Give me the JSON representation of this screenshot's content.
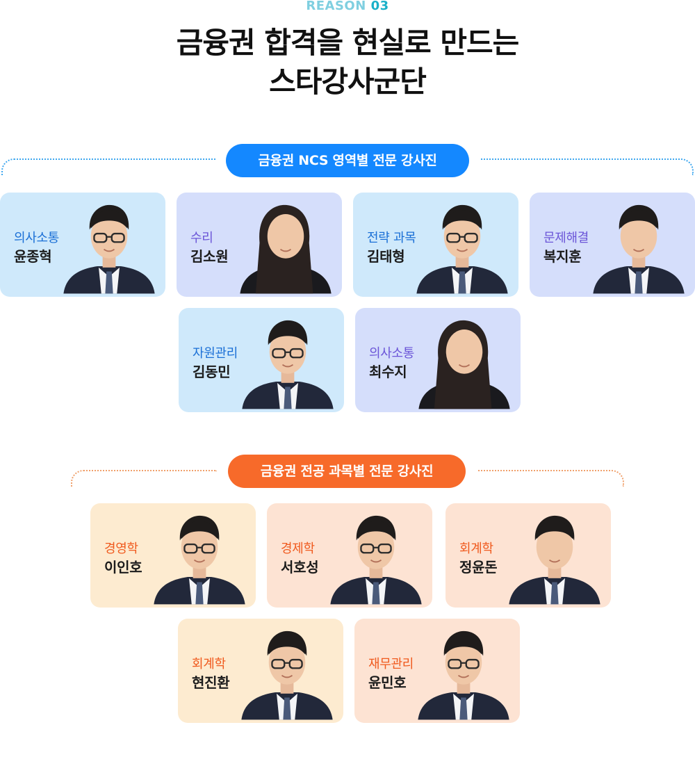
{
  "header": {
    "eyebrow_text": "REASON",
    "eyebrow_number": "03",
    "title_line1": "금융권 합격을 현실로 만드는",
    "title_line2": "스타강사군단"
  },
  "colors": {
    "eyebrow": "#7fcfe0",
    "eyebrow_number": "#1ab0c8",
    "ncs_pill": "#1488ff",
    "ncs_dots": "#3ea7ef",
    "ncs_card_light": "#cfe9fb",
    "ncs_card_lavender": "#d5defb",
    "ncs_subject_blue": "#1a6fd6",
    "ncs_subject_purple": "#6b55d8",
    "major_pill": "#f76a2a",
    "major_dots": "#f0a06b",
    "major_card_yellow": "#fdebd0",
    "major_card_peach": "#fde3d3",
    "major_subject": "#f05a1e"
  },
  "ncs_section": {
    "label": "금융권 NCS 영역별 전문 강사진",
    "instructors": [
      {
        "subject": "의사소통",
        "name": "윤종혁",
        "card_color": "light",
        "subject_color": "blue",
        "portrait": "male-glasses-hand-chin-portrait"
      },
      {
        "subject": "수리",
        "name": "김소원",
        "card_color": "lavender",
        "subject_color": "purple",
        "portrait": "female-long-hair-portrait"
      },
      {
        "subject": "전략 과목",
        "name": "김태형",
        "card_color": "light",
        "subject_color": "blue",
        "portrait": "male-glasses-bowtie-fist-portrait"
      },
      {
        "subject": "문제해결",
        "name": "복지훈",
        "card_color": "lavender",
        "subject_color": "purple",
        "portrait": "male-red-tie-smiling-portrait"
      },
      {
        "subject": "자원관리",
        "name": "김동민",
        "card_color": "light",
        "subject_color": "blue",
        "portrait": "male-glasses-suit-portrait"
      },
      {
        "subject": "의사소통",
        "name": "최수지",
        "card_color": "lavender",
        "subject_color": "purple",
        "portrait": "female-short-hair-portrait"
      }
    ]
  },
  "major_section": {
    "label": "금융권 전공 과목별 전문 강사진",
    "instructors": [
      {
        "subject": "경영학",
        "name": "이인호",
        "card_color": "yellow",
        "portrait": "male-glasses-striped-tie-portrait"
      },
      {
        "subject": "경제학",
        "name": "서호성",
        "card_color": "peach",
        "portrait": "male-round-glasses-portrait"
      },
      {
        "subject": "회계학",
        "name": "정윤돈",
        "card_color": "peach",
        "portrait": "male-hand-chin-portrait"
      },
      {
        "subject": "회계학",
        "name": "현진환",
        "card_color": "yellow",
        "portrait": "male-glasses-navy-tie-portrait"
      },
      {
        "subject": "재무관리",
        "name": "윤민호",
        "card_color": "peach",
        "portrait": "male-glasses-fist-portrait"
      }
    ]
  }
}
